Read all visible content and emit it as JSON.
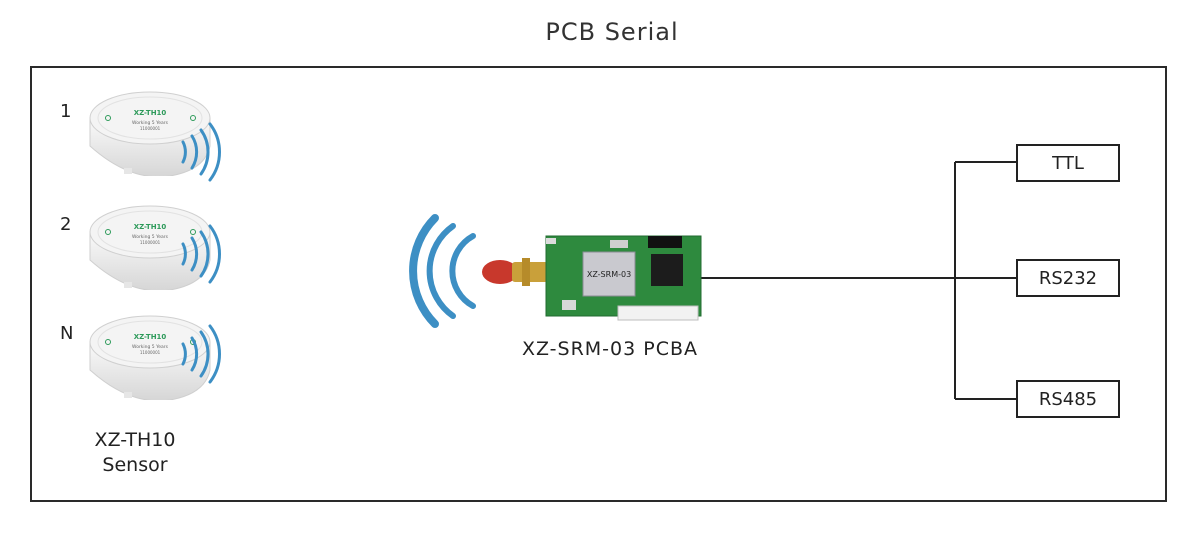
{
  "diagram": {
    "title": "PCB Serial",
    "sensors": [
      {
        "index_label": "1",
        "model_text": "XZ-TH10",
        "sub_text": "Working 5 Years",
        "serial_text": "11000001"
      },
      {
        "index_label": "2",
        "model_text": "XZ-TH10",
        "sub_text": "Working 5 Years",
        "serial_text": "11000001"
      },
      {
        "index_label": "N",
        "model_text": "XZ-TH10",
        "sub_text": "Working 5 Years",
        "serial_text": "11000001"
      }
    ],
    "sensor_caption_line1": "XZ-TH10",
    "sensor_caption_line2": "Sensor",
    "module_chip_text": "XZ-SRM-03",
    "module_caption": "XZ-SRM-03  PCBA",
    "interfaces": [
      "TTL",
      "RS232",
      "RS485"
    ],
    "colors": {
      "wave": "#3d8fc4",
      "pcb": "#2e8a3e",
      "antenna": "#c8382c",
      "sensor_text": "#2d9a5a",
      "line": "#222222"
    }
  }
}
